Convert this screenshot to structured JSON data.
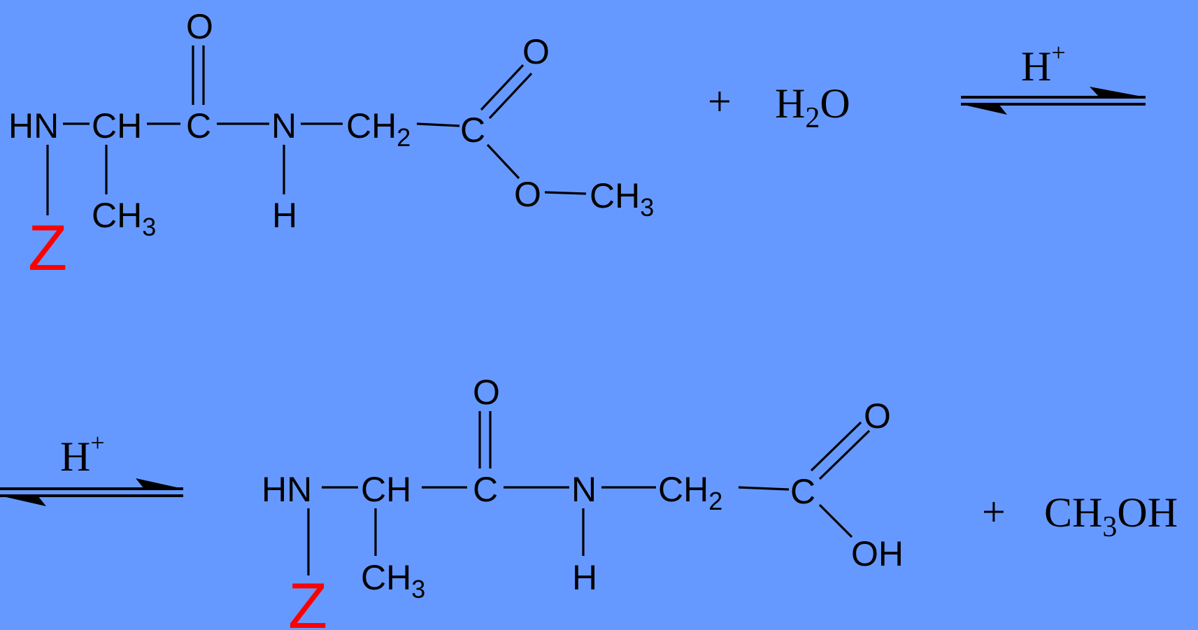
{
  "reactant": {
    "hn": "HN",
    "ch": "CH",
    "carbonyl_c": "C",
    "carbonyl_o": "O",
    "n": "N",
    "nh_h": "H",
    "ch2": "CH",
    "ch2_sub": "2",
    "ester_c": "C",
    "ester_o_double": "O",
    "ester_o_single": "O",
    "ester_ch3": "CH",
    "ester_ch3_sub": "3",
    "side_ch3": "CH",
    "side_ch3_sub": "3",
    "protecting_group": "Z"
  },
  "plus_1": "+",
  "water": {
    "h": "H",
    "sub": "2",
    "o": "O"
  },
  "catalyst_1": {
    "h": "H",
    "sup": "+"
  },
  "catalyst_2": {
    "h": "H",
    "sup": "+"
  },
  "product": {
    "hn": "HN",
    "ch": "CH",
    "carbonyl_c": "C",
    "carbonyl_o": "O",
    "n": "N",
    "nh_h": "H",
    "ch2": "CH",
    "ch2_sub": "2",
    "acid_c": "C",
    "acid_o_double": "O",
    "acid_oh": "OH",
    "side_ch3": "CH",
    "side_ch3_sub": "3",
    "protecting_group": "Z"
  },
  "plus_2": "+",
  "methanol": {
    "ch": "CH",
    "sub": "3",
    "oh": "OH"
  },
  "colors": {
    "background": "#6699ff",
    "structure": "#000000",
    "protecting_group": "#ff0000"
  }
}
